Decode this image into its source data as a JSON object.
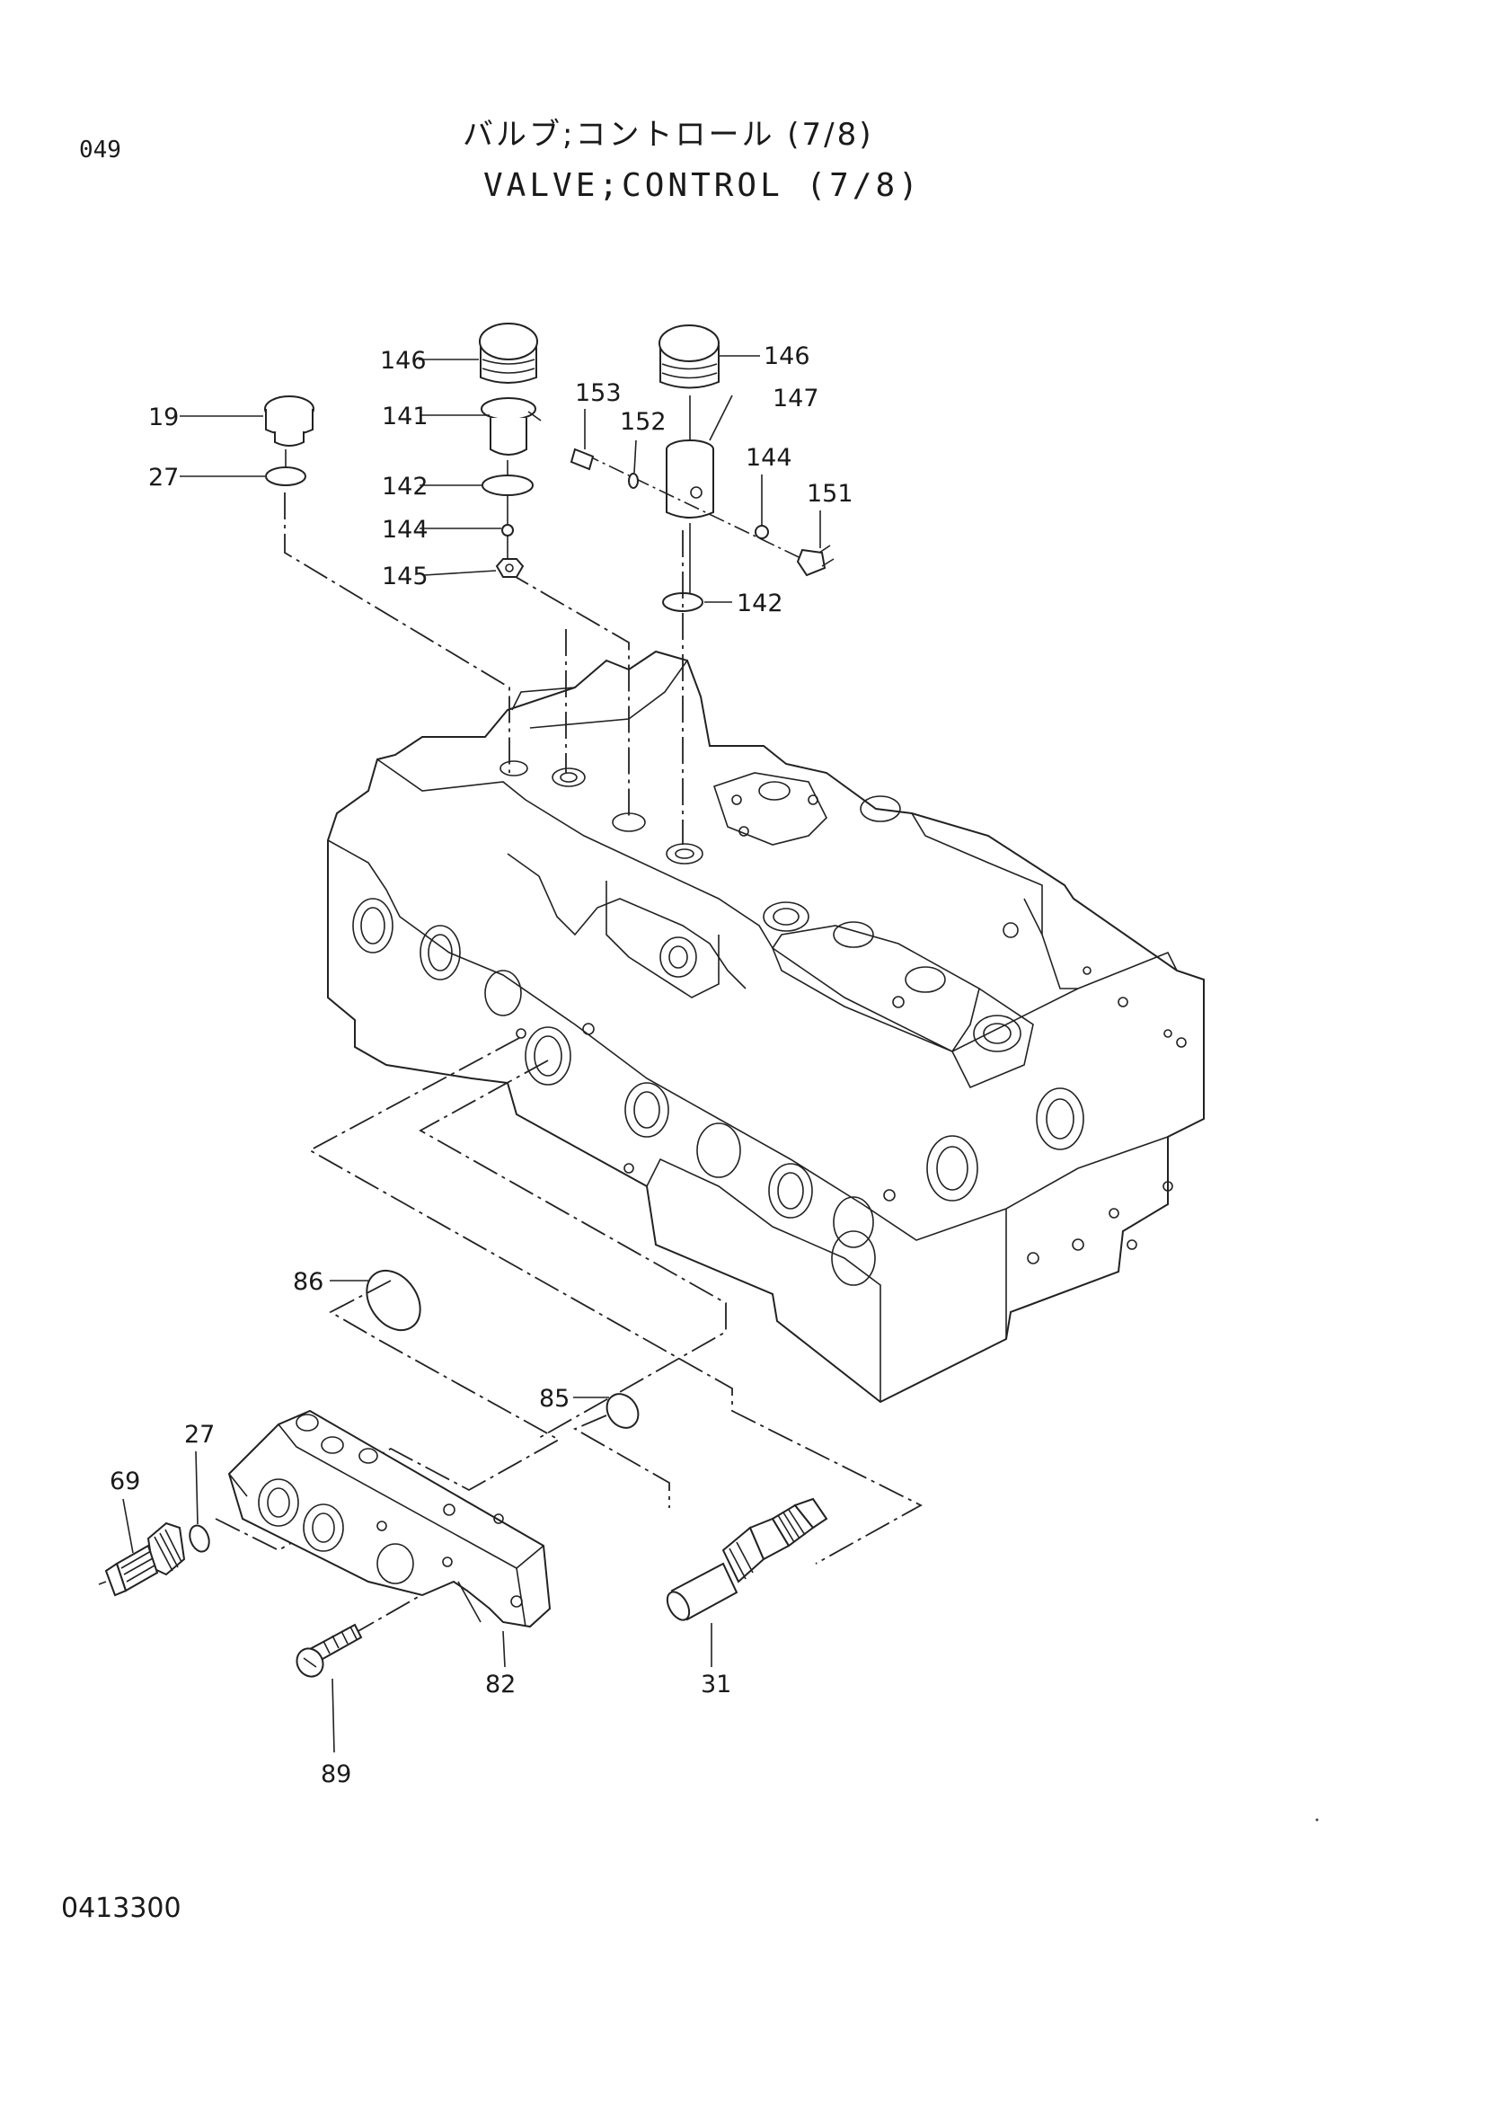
{
  "header": {
    "page_number": "049",
    "title_jp": "バルブ;コントロール (7/8)",
    "title_en": "VALVE;CONTROL (7/8)"
  },
  "footer": {
    "drawing_number": "0413300"
  },
  "callouts": [
    {
      "id": "c146a",
      "label": "146"
    },
    {
      "id": "c141",
      "label": "141"
    },
    {
      "id": "c142a",
      "label": "142"
    },
    {
      "id": "c144a",
      "label": "144"
    },
    {
      "id": "c145",
      "label": "145"
    },
    {
      "id": "c19",
      "label": "19"
    },
    {
      "id": "c27a",
      "label": "27"
    },
    {
      "id": "c146b",
      "label": "146"
    },
    {
      "id": "c153",
      "label": "153"
    },
    {
      "id": "c152",
      "label": "152"
    },
    {
      "id": "c147",
      "label": "147"
    },
    {
      "id": "c144b",
      "label": "144"
    },
    {
      "id": "c151",
      "label": "151"
    },
    {
      "id": "c142b",
      "label": "142"
    },
    {
      "id": "c86",
      "label": "86"
    },
    {
      "id": "c85",
      "label": "85"
    },
    {
      "id": "c27b",
      "label": "27"
    },
    {
      "id": "c69",
      "label": "69"
    },
    {
      "id": "c82",
      "label": "82"
    },
    {
      "id": "c89",
      "label": "89"
    },
    {
      "id": "c31",
      "label": "31"
    }
  ]
}
